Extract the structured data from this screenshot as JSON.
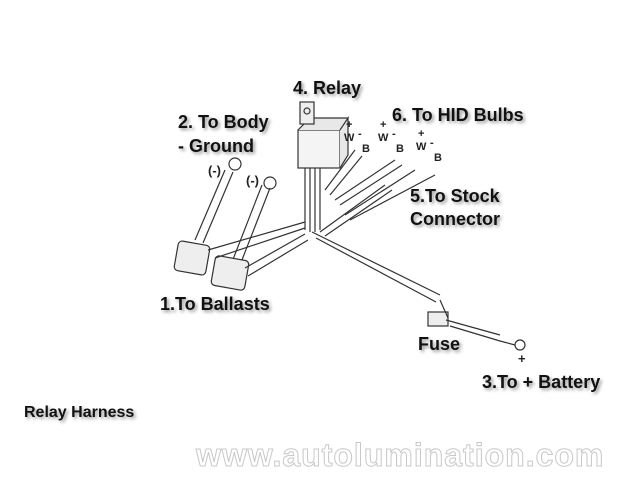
{
  "title": "Relay Harness",
  "watermark": "www.autolumination.com",
  "labels": {
    "relay": "4. Relay",
    "body_ground_1": "2. To Body",
    "body_ground_2": "- Ground",
    "hid_bulbs": "6. To HID Bulbs",
    "stock_1": "5.To Stock",
    "stock_2": "Connector",
    "ballasts": "1.To Ballasts",
    "fuse": "Fuse",
    "battery": "3.To + Battery"
  },
  "polarity": {
    "neg1": "(-)",
    "neg2": "(-)",
    "plus": "+",
    "w": "W",
    "minus": "-",
    "b": "B",
    "batt_plus": "+"
  }
}
